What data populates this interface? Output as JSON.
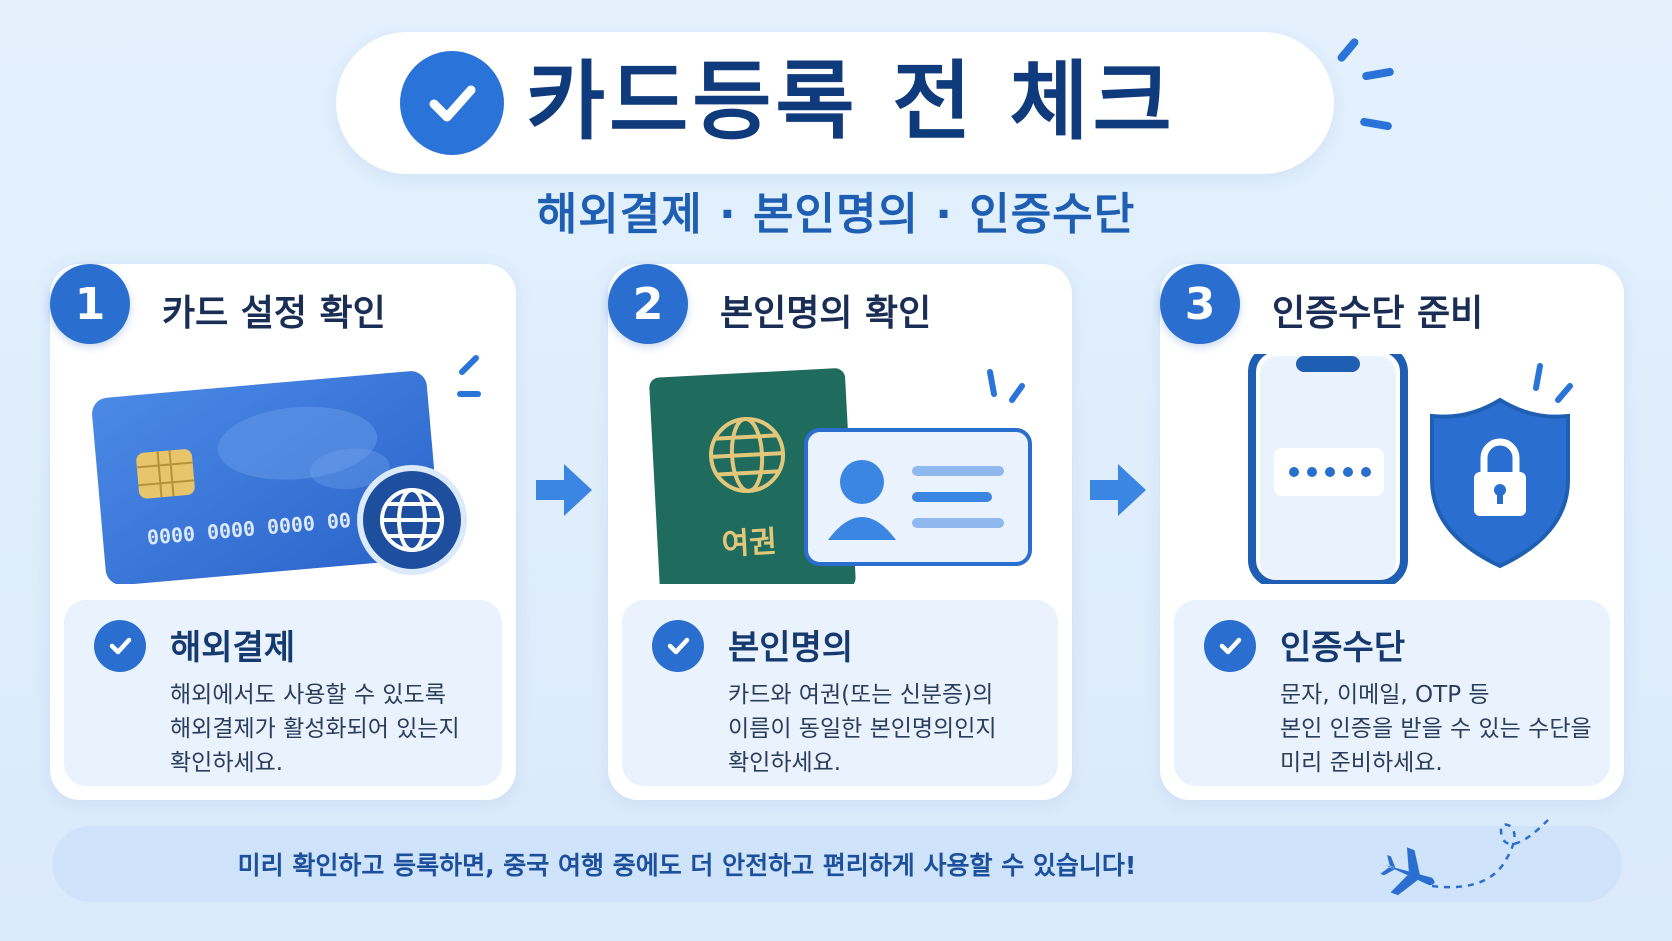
{
  "header": {
    "title": "카드등록 전 체크",
    "subtitle": "해외결제 · 본인명의 · 인증수단"
  },
  "steps": [
    {
      "number": "1",
      "title": "카드 설정 확인",
      "card_number_text": "0000 0000 0000 00",
      "info_title": "해외결제",
      "info_lines": [
        "해외에서도 사용할 수 있도록",
        "해외결제가 활성화되어 있는지",
        "확인하세요."
      ]
    },
    {
      "number": "2",
      "title": "본인명의 확인",
      "passport_label": "여권",
      "info_title": "본인명의",
      "info_lines": [
        "카드와 여권(또는 신분증)의",
        "이름이 동일한 본인명의인지",
        "확인하세요."
      ]
    },
    {
      "number": "3",
      "title": "인증수단 준비",
      "info_title": "인증수단",
      "info_lines": [
        "문자, 이메일, OTP 등",
        "본인 인증을 받을 수 있는 수단을",
        "미리 준비하세요."
      ]
    }
  ],
  "footer": {
    "text": "미리 확인하고 등록하면, 중국 여행 중에도 더 안전하고 편리하게 사용할 수 있습니다!"
  },
  "colors": {
    "primary": "#2a6fcf",
    "title": "#0f3a7c",
    "subtitle": "#1f5fb3",
    "background": "#e4f1fd",
    "passport": "#1f6b5e"
  }
}
